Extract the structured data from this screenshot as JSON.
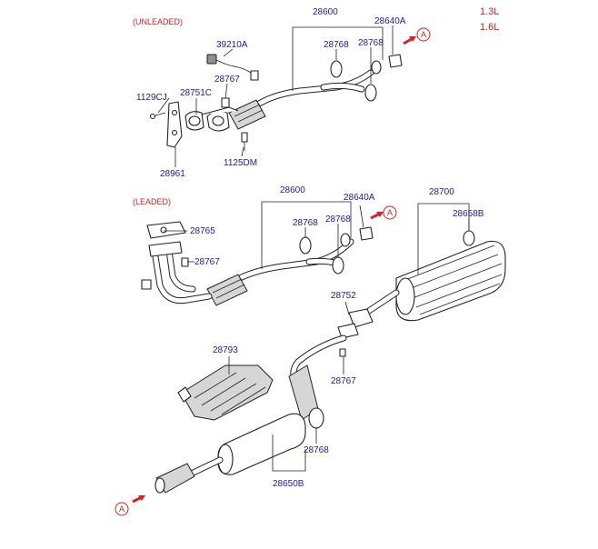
{
  "diagram": {
    "engine_versions": [
      "1.3L",
      "1.6L"
    ],
    "section_unleaded": "(UNLEADED)",
    "section_leaded": "(LEADED)",
    "reference_marker": "A",
    "callouts": {
      "p28600_top": "28600",
      "p28640A_top": "28640A",
      "p28768_top_a": "28768",
      "p28768_top_b": "28768",
      "p39210A": "39210A",
      "p28767_top": "28767",
      "p1129CJ": "1129CJ",
      "p28751C": "28751C",
      "p28961": "28961",
      "p1125DM": "1125DM",
      "p28600_mid": "28600",
      "p28640A_mid": "28640A",
      "p28768_mid_a": "28768",
      "p28768_mid_b": "28768",
      "p28765": "28765",
      "p28767_mid": "28767",
      "p28700": "28700",
      "p28658B": "28658B",
      "p28752": "28752",
      "p28767_low": "28767",
      "p28793": "28793",
      "p28768_low": "28768",
      "p28650B": "28650B"
    }
  }
}
